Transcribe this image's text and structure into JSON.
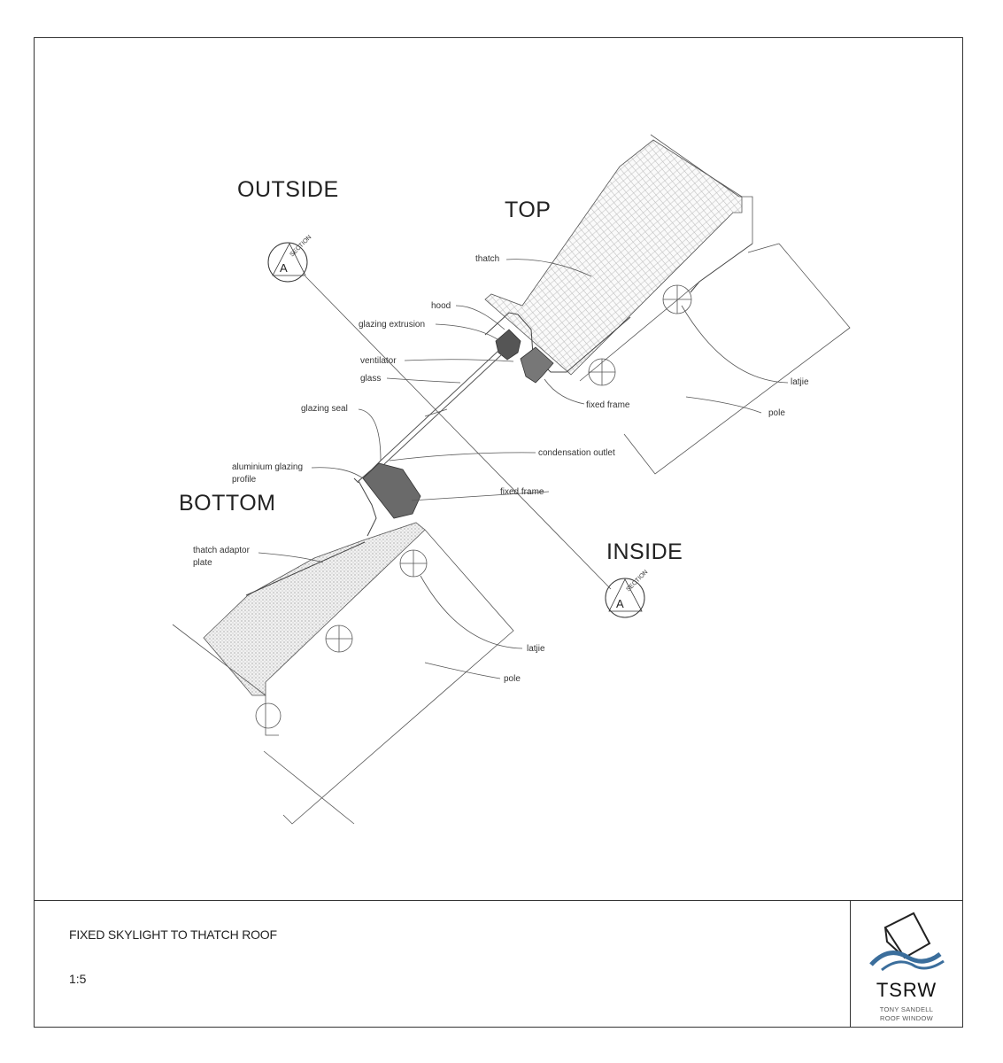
{
  "drawing": {
    "labels": {
      "outside": "OUTSIDE",
      "top": "TOP",
      "bottom": "BOTTOM",
      "inside": "INSIDE"
    },
    "section_marker": {
      "word": "SECTION",
      "letter": "A"
    },
    "callouts": {
      "thatch": "thatch",
      "hood": "hood",
      "glazing_extrusion": "glazing extrusion",
      "ventilator": "ventilator",
      "glass": "glass",
      "glazing_seal": "glazing seal",
      "aluminium_glazing_line1": "aluminium glazing",
      "aluminium_glazing_line2": "profile",
      "condensation_outlet": "condensation outlet",
      "fixed_frame_top": "fixed frame",
      "fixed_frame_bottom": "fixed frame",
      "thatch_adaptor_line1": "thatch adaptor",
      "thatch_adaptor_line2": "plate",
      "latjie_top": "latjie",
      "pole_top": "pole",
      "latjie_bottom": "latjie",
      "pole_bottom": "pole"
    }
  },
  "title_block": {
    "title": "FIXED SKYLIGHT TO THATCH ROOF",
    "scale": "1:5",
    "logo": {
      "name": "TSRW",
      "line1": "TONY SANDELL",
      "line2": "ROOF WINDOW",
      "accent_color": "#3b6e9c"
    }
  }
}
